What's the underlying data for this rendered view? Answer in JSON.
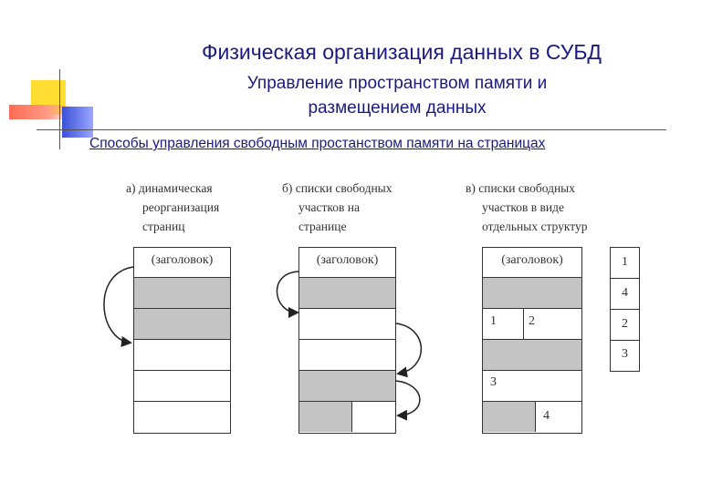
{
  "slide": {
    "title": "Физическая организация данных в СУБД",
    "subtitle_line1": "Управление пространством памяти и",
    "subtitle_line2": "размещением данных",
    "section_link": "Способы управления свободным простанством памяти на страницах"
  },
  "colors": {
    "title_text": "#1a1a80",
    "deco_yellow": "#ffdd33",
    "deco_red": "#ff6a55",
    "deco_blue": "#3a50d8",
    "free_cell": "#c4c4c4"
  },
  "diagram": {
    "columns": [
      {
        "id": "a",
        "caption": [
          "а) динамическая",
          "реорганизация",
          "страниц"
        ],
        "header": "(заголовок)"
      },
      {
        "id": "b",
        "caption": [
          "б) списки свободных",
          "участков на",
          "странице"
        ],
        "header": "(заголовок)"
      },
      {
        "id": "c",
        "caption": [
          "в) списки свободных",
          "участков в виде",
          "отдельных структур"
        ],
        "header": "(заголовок)",
        "labels": [
          "1",
          "2",
          "3",
          "4"
        ],
        "side_list": [
          "1",
          "4",
          "2",
          "3"
        ]
      }
    ]
  }
}
